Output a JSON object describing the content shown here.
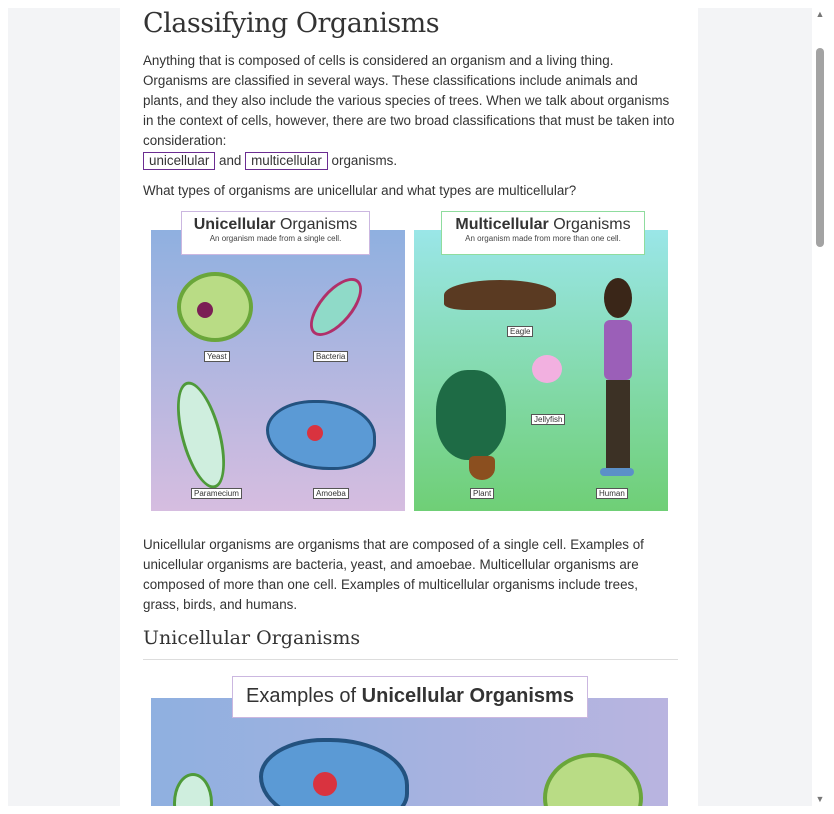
{
  "page": {
    "title": "Classifying Organisms",
    "intro": "Anything that is composed of cells is considered an organism and a living thing. Organisms are classified in several ways. These classifications include animals and plants, and they also include the various species of trees. When we talk about organisms in the context of cells, however, there are two broad classifications that must be taken into consideration:",
    "term1": "unicellular",
    "and": "and",
    "term2": "multicellular",
    "after": "organisms.",
    "question": "What types of organisms are unicellular and what types are multicellular?",
    "summary": "Unicellular organisms are organisms that are composed of a single cell. Examples of unicellular organisms are bacteria, yeast, and amoebae. Multicellular organisms are composed of more than one cell. Examples of multicellular organisms include trees, grass, birds, and humans.",
    "section_heading": "Unicellular Organisms"
  },
  "figure1": {
    "left": {
      "title_bold": "Unicellular",
      "title_rest": "Organisms",
      "subtitle": "An organism made from a single cell.",
      "labels": [
        "Yeast",
        "Bacteria",
        "Paramecium",
        "Amoeba"
      ]
    },
    "right": {
      "title_bold": "Multicellular",
      "title_rest": "Organisms",
      "subtitle": "An organism made from more than one cell.",
      "labels": [
        "Eagle",
        "Jellyfish",
        "Plant",
        "Human"
      ]
    }
  },
  "figure2": {
    "title_rest": "Examples of",
    "title_bold": "Unicellular Organisms"
  },
  "scrollbar": {
    "up": "▲",
    "down": "▼"
  }
}
